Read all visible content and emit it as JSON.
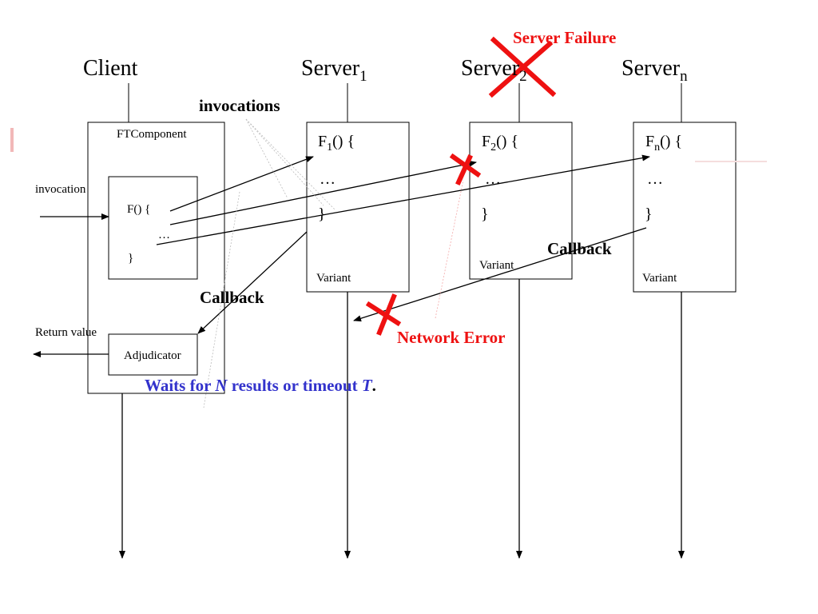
{
  "columns": {
    "client": {
      "title": "Client"
    },
    "server1": {
      "title": "Server",
      "sub": "1",
      "func": "F",
      "func_sub": "1",
      "func_tail": "() {",
      "ellipsis": "…",
      "close": "}",
      "variant": "Variant"
    },
    "server2": {
      "title": "Server",
      "sub": "2",
      "func": "F",
      "func_sub": "2",
      "func_tail": "() {",
      "ellipsis": "…",
      "close": "}",
      "variant": "Variant"
    },
    "servern": {
      "title": "Server",
      "sub": "n",
      "func": "F",
      "func_sub": "n",
      "func_tail": "() {",
      "ellipsis": "…",
      "close": "}",
      "variant": "Variant"
    }
  },
  "client_box": {
    "component": "FTComponent",
    "func_open": "F() {",
    "func_ellipsis": "…",
    "func_close": "}",
    "adjudicator": "Adjudicator"
  },
  "labels": {
    "invocation": "invocation",
    "return_value": "Return value",
    "invocations": "invocations",
    "callback_left": "Callback",
    "callback_right": "Callback",
    "server_failure": "Server Failure",
    "network_error": "Network Error",
    "waits_prefix": "Waits for ",
    "waits_n": "N",
    "waits_middle": " results or timeout ",
    "waits_t": "T",
    "waits_end": "."
  },
  "colors": {
    "error_red": "#ee1111",
    "note_blue": "#3333cc",
    "line": "#000000"
  }
}
